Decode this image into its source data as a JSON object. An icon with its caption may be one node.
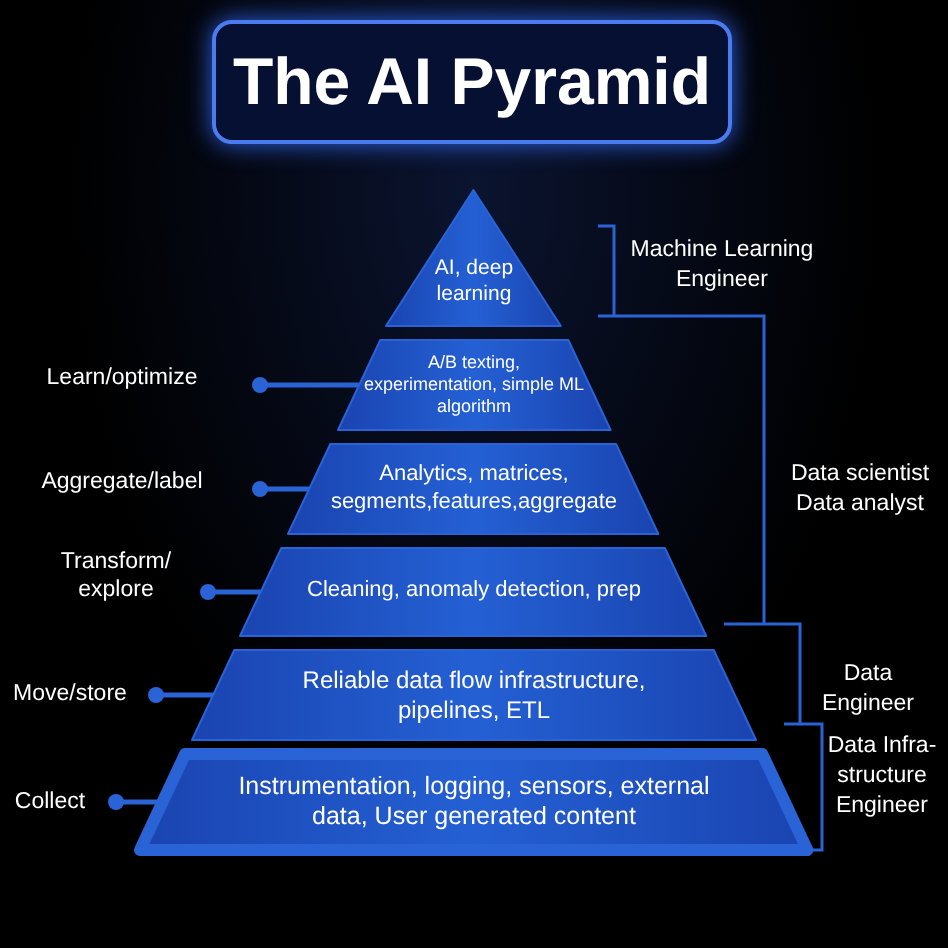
{
  "diagram": {
    "title": "The AI Pyramid",
    "nodes": [
      {
        "text": [
          "AI, deep learning"
        ]
      },
      {
        "text": [
          "A/B texting, experimentation, simple ML algorithm"
        ]
      },
      {
        "text": [
          "Analytics, matrices, segments,features,aggregate"
        ]
      },
      {
        "text": [
          "Cleaning, anomaly detection, prep"
        ]
      },
      {
        "text": [
          "Reliable data flow infrastructure, pipelines, ETL"
        ]
      },
      {
        "text": [
          "Instrumentation, logging, sensors, external data, User generated content"
        ]
      },
      {
        "text": [
          "Learn/optimize"
        ]
      },
      {
        "text": [
          "Aggregate/label"
        ]
      },
      {
        "text": [
          "Transform/ explore"
        ]
      },
      {
        "text": [
          "Move/store"
        ]
      },
      {
        "text": [
          "Collect"
        ]
      }
    ],
    "edges": [
      {
        "from": 6,
        "to": 1,
        "arrow": "other"
      },
      {
        "from": 7,
        "to": 2,
        "arrow": "other"
      },
      {
        "from": 8,
        "to": 3,
        "arrow": "other"
      },
      {
        "from": 9,
        "to": 4,
        "arrow": "other"
      },
      {
        "from": 10,
        "to": 5,
        "arrow": "other"
      }
    ],
    "labels": [
      "Machine Learning Engineer",
      "Data scientist Data analyst",
      "Data Engineer",
      "Data Infra- structure Engineer"
    ]
  }
}
